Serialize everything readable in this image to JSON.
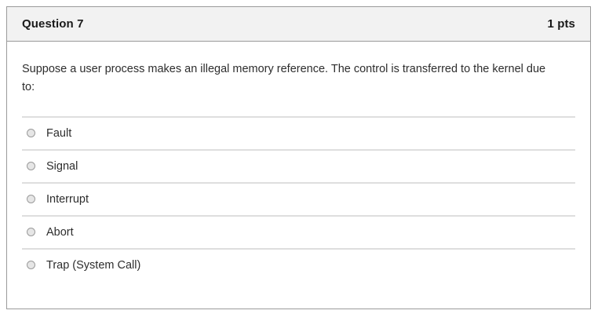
{
  "question": {
    "header": {
      "title": "Question 7",
      "points": "1 pts"
    },
    "prompt": "Suppose a user process makes an illegal memory reference. The control is transferred to the kernel due to:",
    "options": [
      {
        "label": "Fault",
        "selected": false
      },
      {
        "label": "Signal",
        "selected": false
      },
      {
        "label": "Interrupt",
        "selected": false
      },
      {
        "label": "Abort",
        "selected": false
      },
      {
        "label": "Trap (System Call)",
        "selected": false
      }
    ]
  }
}
